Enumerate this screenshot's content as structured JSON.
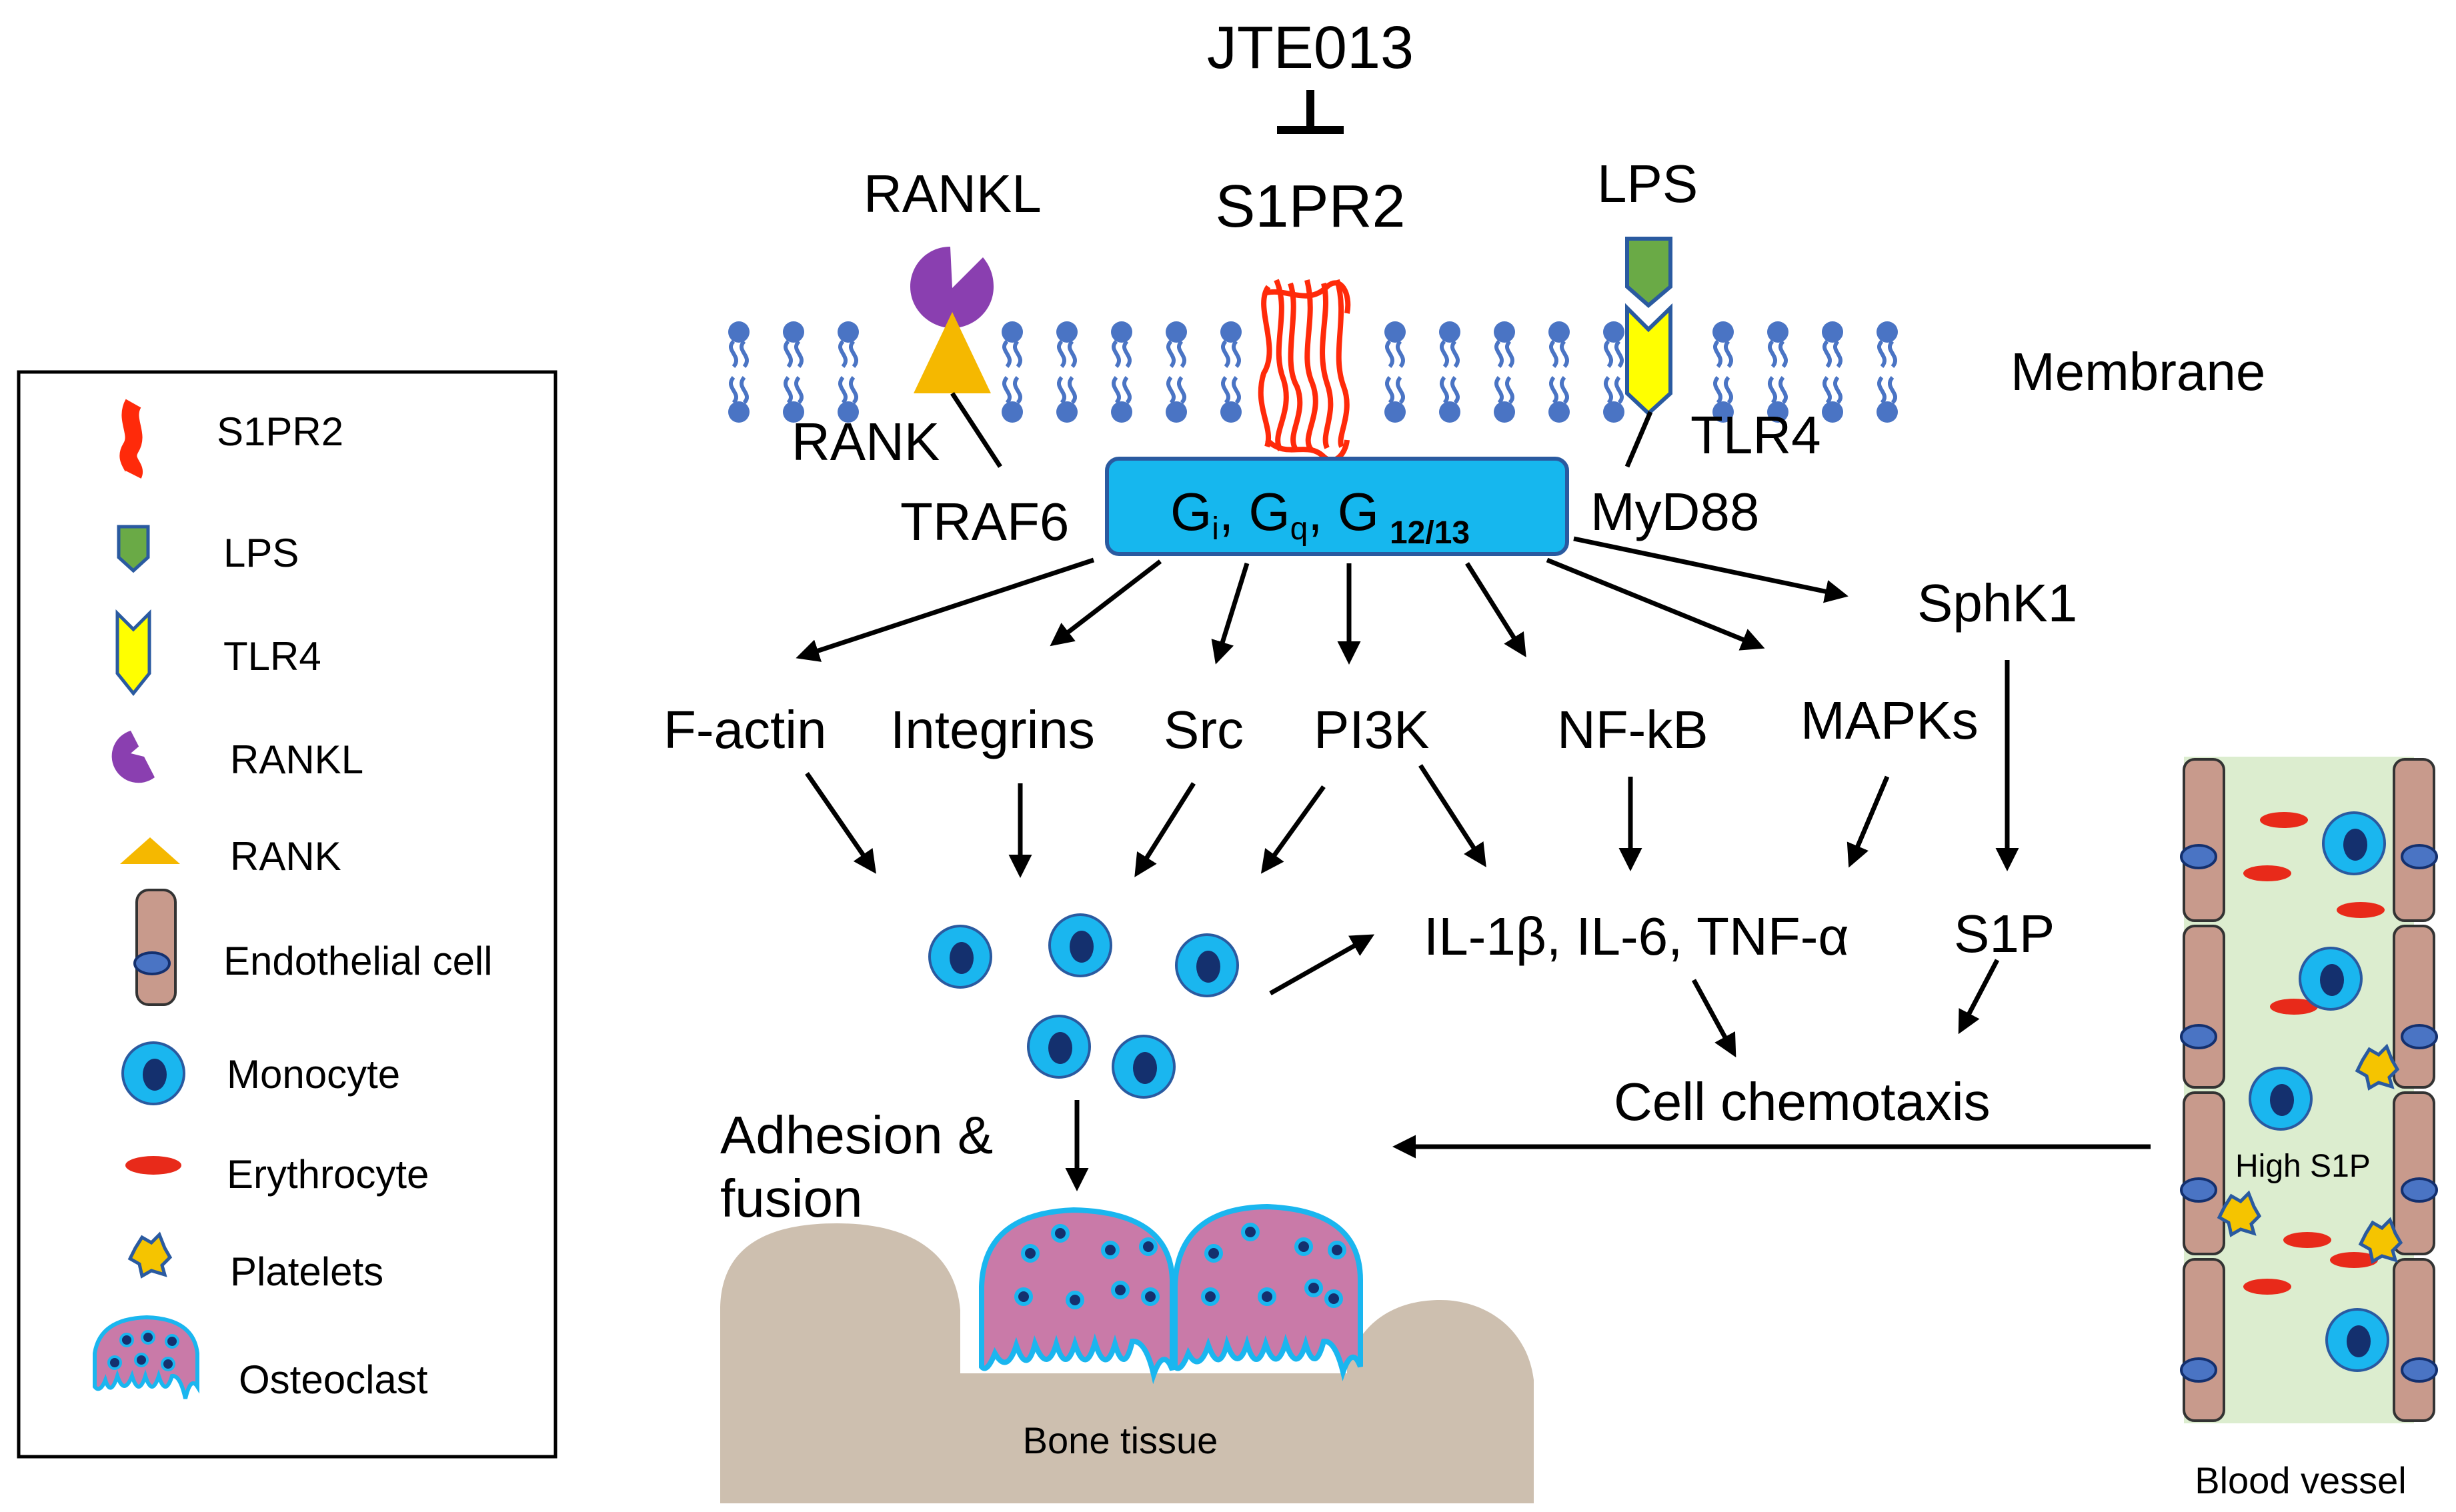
{
  "inhibitor": "JTE013",
  "receptor": "S1PR2",
  "ligands": {
    "rankl": "RANKL",
    "rank": "RANK",
    "lps": "LPS",
    "tlr4": "TLR4"
  },
  "adaptors": {
    "traf6": "TRAF6",
    "myd88": "MyD88"
  },
  "membrane_label": "Membrane",
  "gprotein": {
    "gi": "G",
    "gi_sub": "i",
    "gq": "G",
    "gq_sub": "q",
    "g1213": "G",
    "g1213_sub": "12/13",
    "sep": ", "
  },
  "effectors": {
    "factin": "F-actin",
    "integrins": "Integrins",
    "src": "Src",
    "pi3k": "PI3K",
    "nfkb": "NF-kB",
    "mapks": "MAPKs",
    "sphk1": "SphK1"
  },
  "outputs": {
    "cytokines": "IL-1β, IL-6, TNF-α",
    "s1p": "S1P",
    "chemotaxis": "Cell chemotaxis",
    "adhesion_line1": "Adhesion &",
    "adhesion_line2": "fusion"
  },
  "bone_label": "Bone tissue",
  "vessel": {
    "label": "Blood vessel",
    "inner": "High S1P"
  },
  "legend": {
    "items": [
      "S1PR2",
      "LPS",
      "TLR4",
      "RANKL",
      "RANK",
      "Endothelial cell",
      "Monocyte",
      "Erythrocyte",
      "Platelets",
      "Osteoclast"
    ]
  },
  "colors": {
    "membrane": "#4a74c4",
    "s1pr2": "#ff2a0a",
    "gprotein_fill": "#16b7ee",
    "gprotein_stroke": "#2a5aa0",
    "rankl": "#8a3fb0",
    "rank": "#f5b800",
    "lps": "#6aaa46",
    "tlr4": "#ffff00",
    "monocyte": "#1ab6ef",
    "monocyte_nucleus": "#14306e",
    "osteoclast": "#c97aa8",
    "bone": "#cdbfaf",
    "vessel_lumen": "#dcedcf",
    "endothelial": "#c89a8c",
    "erythrocyte": "#e82a1a",
    "platelet": "#f5c400"
  }
}
